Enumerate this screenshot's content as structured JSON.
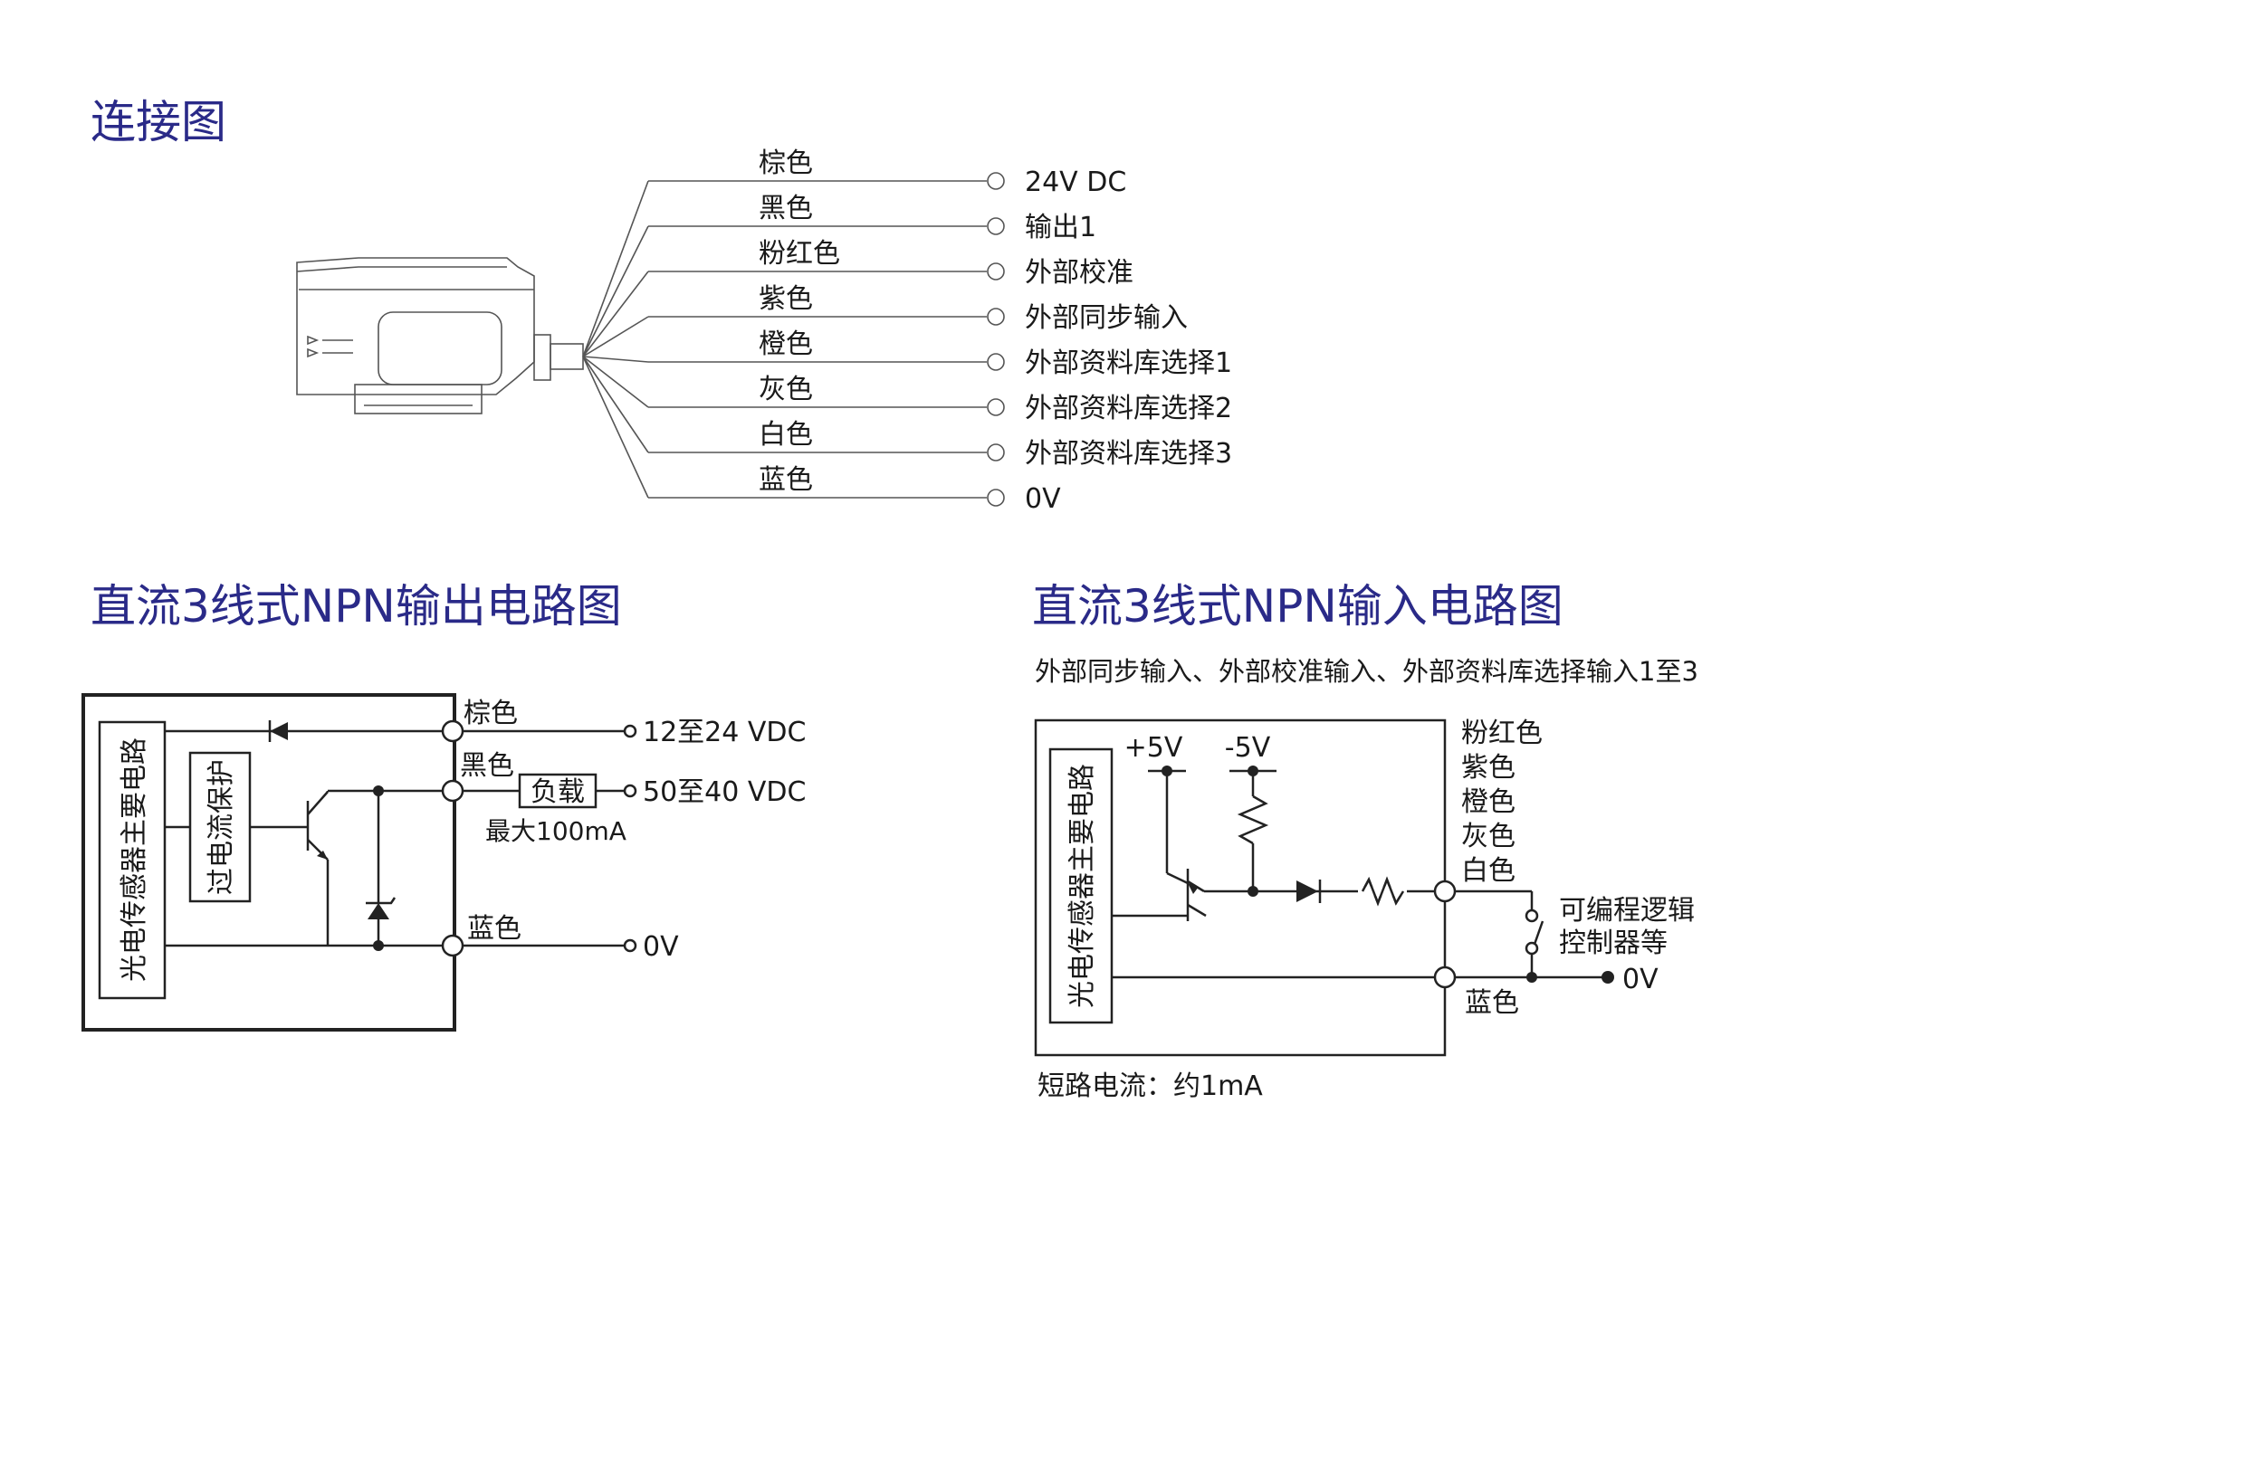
{
  "headings": {
    "connection": "连接图",
    "output_circuit": "直流3线式NPN输出电路图",
    "input_circuit": "直流3线式NPN输入电路图"
  },
  "connection": {
    "wires": [
      {
        "color_name": "棕色",
        "function": "24V DC"
      },
      {
        "color_name": "黑色",
        "function": "输出1"
      },
      {
        "color_name": "粉红色",
        "function": "外部校准"
      },
      {
        "color_name": "紫色",
        "function": "外部同步输入"
      },
      {
        "color_name": "橙色",
        "function": "外部资料库选择1"
      },
      {
        "color_name": "灰色",
        "function": "外部资料库选择2"
      },
      {
        "color_name": "白色",
        "function": "外部资料库选择3"
      },
      {
        "color_name": "蓝色",
        "function": "0V"
      }
    ]
  },
  "output_circuit": {
    "main_circuit": "光电传感器主要电路",
    "protection": "过电流保护",
    "brown_label": "棕色",
    "black_label": "黑色",
    "blue_label": "蓝色",
    "load_label": "负载",
    "supply_voltage": "12至24 VDC",
    "load_voltage": "50至40 VDC",
    "max_current": "最大100mA",
    "zero_v": "0V"
  },
  "input_circuit": {
    "subtitle": "外部同步输入、外部校准输入、外部资料库选择输入1至3",
    "main_circuit": "光电传感器主要电路",
    "plus5": "+5V",
    "minus5": "-5V",
    "wire_colors": [
      "粉红色",
      "紫色",
      "橙色",
      "灰色",
      "白色"
    ],
    "plc_line1": "可编程逻辑",
    "plc_line2": "控制器等",
    "zero_v": "0V",
    "blue_label": "蓝色",
    "short_circuit_current": "短路电流：约1mA"
  },
  "colors": {
    "heading": "#2a2a88",
    "line": "#222222"
  }
}
